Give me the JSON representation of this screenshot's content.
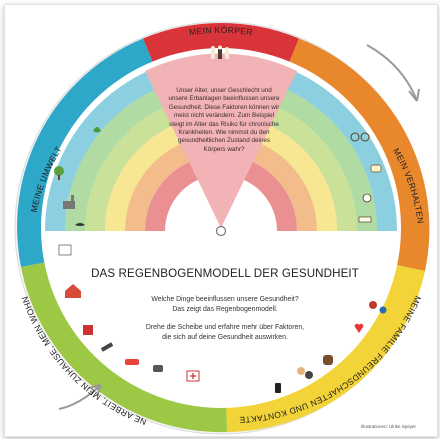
{
  "ring": {
    "body": "MEIN KÖRPER",
    "behaviour": "MEIN VERHALTEN",
    "family": "MEINE FAMILIE FREUNDSCHAFTEN UND KONTAKTE",
    "work": "MEINE ARBEIT, MEIN ZUHAUSE, MEIN WOHNORT",
    "environment": "MEINE UMWELT"
  },
  "window_text": "Unser Alter, unser Geschlecht und unsere Erbanlagen beeinflussen unsere Gesundheit. Diese Faktoren können wir meist nicht verändern. Zum Beispiel steigt im Alter das Risiko für chronische Krankheiten. Wie nimmst du den gesundheitlichen Zustand deines Körpers wahr?",
  "title": "DAS REGENBOGENMODELL DER GESUNDHEIT",
  "intro_line1": "Welche Dinge beeinflussen unsere Gesundheit?",
  "intro_line2": "Das zeigt das Regenbogenmodell.",
  "instruction_line1": "Drehe die Scheibe und erfahre mehr über Faktoren,",
  "instruction_line2": "die sich auf deine Gesundheit auswirken.",
  "credit": "Illustrationen: Ulrike Speyer",
  "colors": {
    "body": "#d8343a",
    "behaviour": "#e8872c",
    "family": "#f2d338",
    "work": "#9cc845",
    "environment": "#2ea8c8",
    "window": "#f1b3b6"
  }
}
